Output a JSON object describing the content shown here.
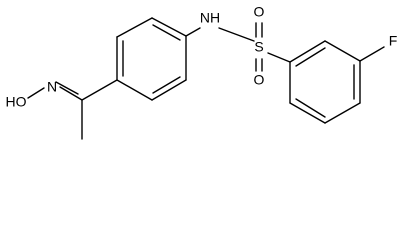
{
  "molecule": {
    "atoms": {
      "hydroxy": "HO",
      "oxime_n": "N",
      "amide_nh": "NH",
      "sulfur": "S",
      "sulfonyl_o_top": "O",
      "sulfonyl_o_bottom": "O",
      "fluorine": "F"
    }
  },
  "colors": {
    "bond": "#000000",
    "label": "#000000",
    "background": "#ffffff"
  }
}
